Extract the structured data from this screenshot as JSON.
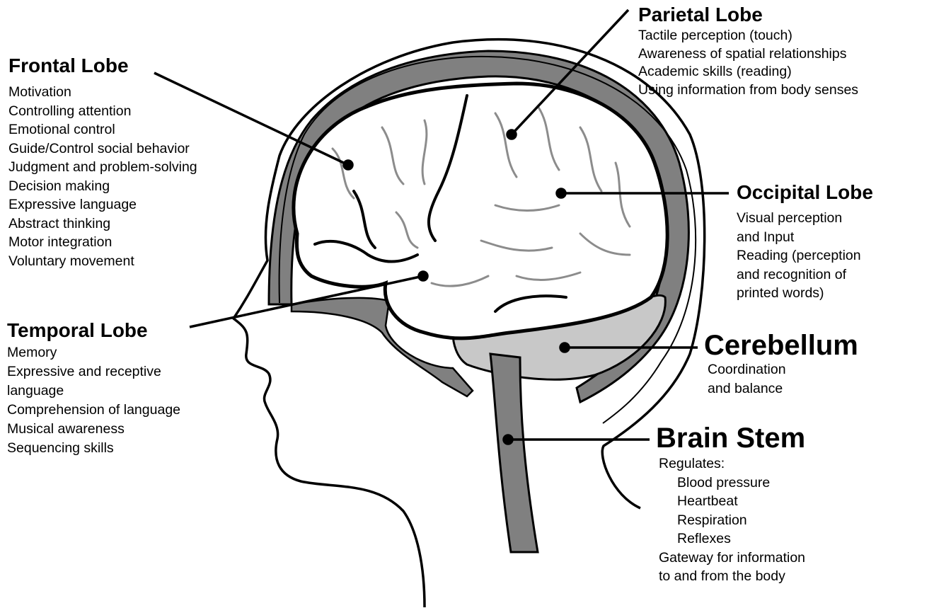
{
  "diagram": {
    "colors": {
      "outline": "#000000",
      "skull_gray": "#808080",
      "cerebellum_gray": "#c8c8c8",
      "sulci_gray": "#8c8c8c",
      "background": "#ffffff"
    },
    "labels": {
      "frontal": {
        "title": "Frontal Lobe",
        "items": [
          "Motivation",
          "Controlling attention",
          "Emotional control",
          "Guide/Control social behavior",
          "Judgment and problem-solving",
          "Decision making",
          "Expressive language",
          "Abstract thinking",
          "Motor integration",
          "Voluntary movement"
        ]
      },
      "parietal": {
        "title": "Parietal Lobe",
        "items": [
          "Tactile perception (touch)",
          "Awareness of spatial relationships",
          "Academic skills (reading)",
          "Using information from body senses"
        ]
      },
      "occipital": {
        "title": "Occipital Lobe",
        "items": [
          "Visual perception",
          "and Input",
          "Reading (perception",
          "and recognition of",
          "printed words)"
        ]
      },
      "temporal": {
        "title": "Temporal Lobe",
        "items": [
          "Memory",
          "Expressive and receptive",
          "language",
          "Comprehension of language",
          "Musical awareness",
          "Sequencing skills"
        ]
      },
      "cerebellum": {
        "title": "Cerebellum",
        "items": [
          "Coordination",
          "and balance"
        ]
      },
      "brainstem": {
        "title": "Brain Stem",
        "intro": "Regulates:",
        "regulated": [
          "Blood pressure",
          "Heartbeat",
          "Respiration",
          "Reflexes"
        ],
        "footer": [
          "Gateway for information",
          "to and from the body"
        ]
      }
    }
  }
}
